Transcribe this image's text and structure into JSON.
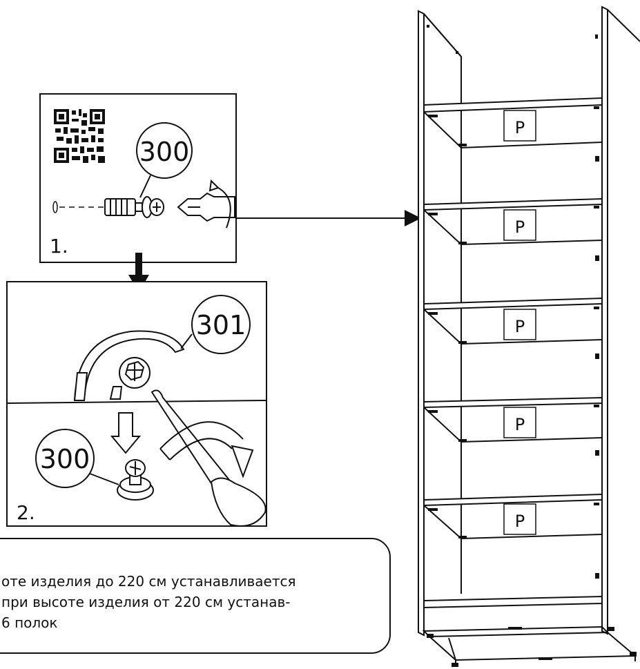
{
  "step1": {
    "label": "1.",
    "part": "300"
  },
  "step2": {
    "label": "2.",
    "part_top": "301",
    "part_bottom": "300"
  },
  "shelf_label": "P",
  "shelves": [
    {
      "label": "P"
    },
    {
      "label": "P"
    },
    {
      "label": "P"
    },
    {
      "label": "P"
    },
    {
      "label": "P"
    }
  ],
  "note": {
    "lines": [
      "оте изделия до 220 см устанавливается",
      "при высоте изделия от 220 см устанав-",
      "6 полок"
    ]
  }
}
